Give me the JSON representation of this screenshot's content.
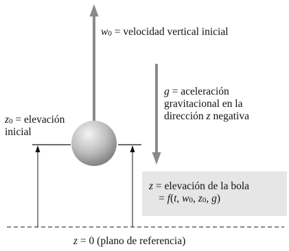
{
  "labels": {
    "w0": {
      "sym": "w",
      "sub": "0",
      "text": " = velocidad vertical inicial"
    },
    "g": {
      "sym": "g",
      "line1": " = aceleración",
      "line2": "gravitacional en la",
      "line3_pre": "dirección ",
      "line3_sym": "z",
      "line3_post": " negativa"
    },
    "z0": {
      "sym": "z",
      "sub": "0",
      "line1": " = elevación",
      "line2": "inicial"
    },
    "z": {
      "sym": "z",
      "line1": " = elevación de la bola",
      "line2_pre": "= ",
      "line2_f": "f",
      "line2_args": [
        "t",
        "w",
        "0",
        "z",
        "0",
        "g"
      ]
    },
    "ref": {
      "sym": "z",
      "text": " = 0 (plano de referencia)"
    }
  },
  "colors": {
    "ink": "#111111",
    "gray_arrow": "#8a8a8a",
    "box_fill": "#e6e6e6",
    "ball_light": "#f4f4f4",
    "ball_dark": "#7a7a7a"
  }
}
